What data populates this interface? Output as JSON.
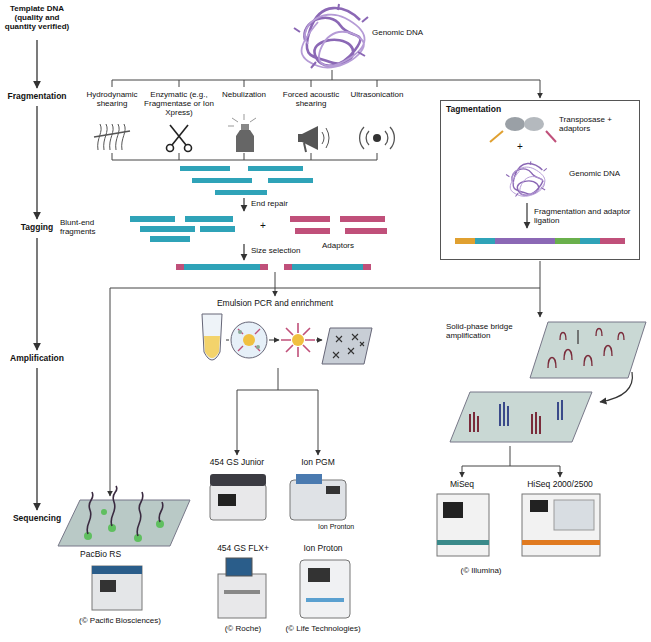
{
  "diagram": {
    "nodes": [
      {
        "text": [
          "Tagmentation",
          "Transposase + adaptors",
          "+",
          "Genomic DNA",
          "Fragmentation and adaptor ligation"
        ]
      }
    ],
    "labels": [
      "Template DNA (quality and quantity verified)",
      "Fragmentation",
      "Tagging",
      "Amplification",
      "Sequencing",
      "Genomic DNA",
      "Hydrodynamic shearing",
      "Enzymatic (e.g., Fragmentase or Ion Xpress)",
      "Nebulization",
      "Forced acoustic shearing",
      "Ultrasonication",
      "End repair",
      "Blunt-end fragments",
      "+",
      "Adaptors",
      "Size selection",
      "Emulsion PCR and enrichment",
      "Solid-phase bridge amplification",
      "454 GS Junior",
      "Ion PGM",
      "Ion Pronton",
      "MiSeq",
      "HiSeq 2000/2500",
      "PacBio RS",
      "(© Pacific Biosciences)",
      "454 GS FLX+",
      "(© Roche)",
      "Ion Proton",
      "(© Life Technologies)",
      "(© Illumina)"
    ]
  }
}
